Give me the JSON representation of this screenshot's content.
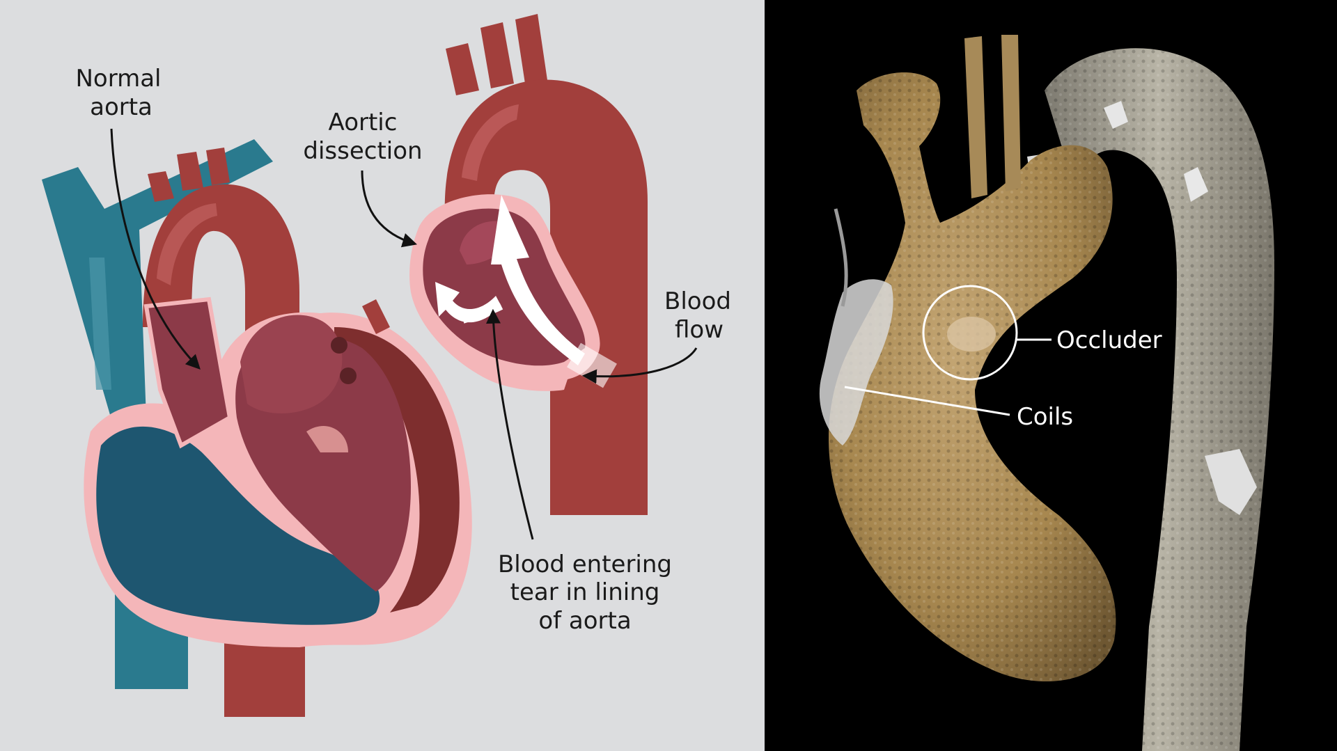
{
  "left_panel": {
    "background": "#dcdddf",
    "labels": {
      "normal_aorta": [
        "Normal",
        "aorta"
      ],
      "aortic_dissection": [
        "Aortic",
        "dissection"
      ],
      "blood_flow": [
        "Blood",
        "flow"
      ],
      "blood_entering": [
        "Blood entering",
        "tear in lining",
        "of aorta"
      ]
    }
  },
  "right_panel": {
    "background": "#000000",
    "labels": {
      "occluder": "Occluder",
      "coils": "Coils"
    }
  },
  "colors": {
    "aorta_red": "#a23f3c",
    "aorta_dark": "#7e2e2e",
    "heart_muscle": "#8c3a48",
    "lining_pink": "#f4b6b9",
    "vein_teal": "#2a7a8e",
    "chamber_blue": "#1e5670",
    "scan_tan": "#b89a68",
    "scan_gray": "#a8a395"
  }
}
